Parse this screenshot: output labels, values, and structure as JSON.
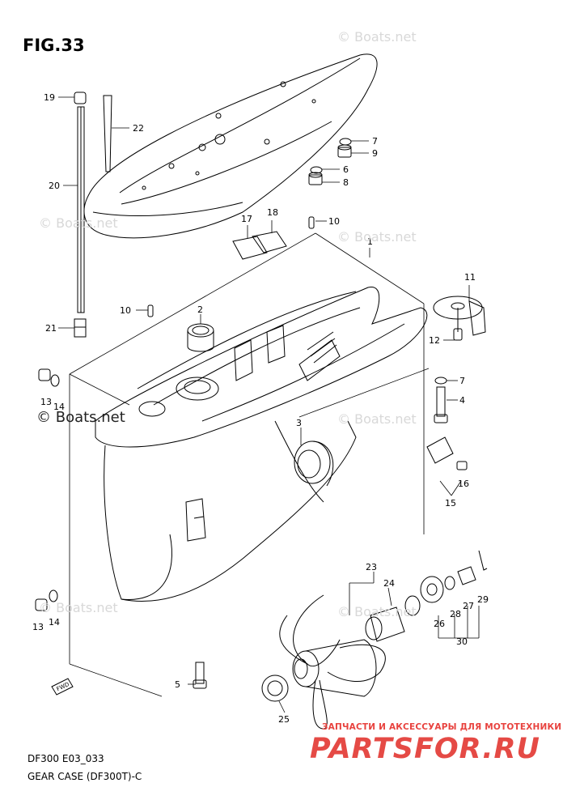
{
  "figure": {
    "title": "FIG.33",
    "code": "DF300 E03_033",
    "caption": "GEAR CASE (DF300T)-C"
  },
  "watermark": {
    "text": "© Boats.net",
    "bold_text": "© Boats.net"
  },
  "shop": {
    "tagline": "ЗАПЧАСТИ И АКСЕССУАРЫ ДЛЯ МОТОТЕХНИКИ",
    "logo": "PARTSFOR.RU",
    "color": "#e8433f"
  },
  "callouts": {
    "c1": "1",
    "c2": "2",
    "c3": "3",
    "c4": "4",
    "c5": "5",
    "c6": "6",
    "c7a": "7",
    "c7b": "7",
    "c8": "8",
    "c9": "9",
    "c10a": "10",
    "c10b": "10",
    "c11": "11",
    "c12": "12",
    "c13a": "13",
    "c13b": "13",
    "c14a": "14",
    "c14b": "14",
    "c15": "15",
    "c16": "16",
    "c17": "17",
    "c18": "18",
    "c19": "19",
    "c20": "20",
    "c21": "21",
    "c22": "22",
    "c23": "23",
    "c24": "24",
    "c25": "25",
    "c26": "26",
    "c27": "27",
    "c28": "28",
    "c29": "29",
    "c30": "30"
  },
  "fwd_label": "FWD"
}
